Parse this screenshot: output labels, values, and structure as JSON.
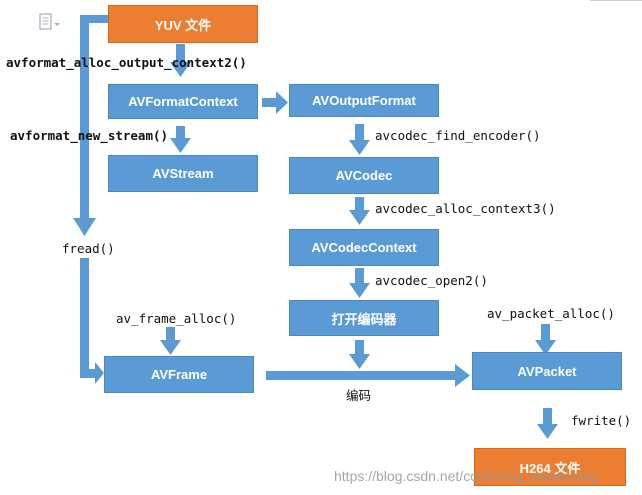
{
  "boxes": {
    "yuv": "YUV 文件",
    "format_context": "AVFormatContext",
    "output_format": "AVOutputFormat",
    "stream": "AVStream",
    "codec": "AVCodec",
    "codec_context": "AVCodecContext",
    "open_encoder": "打开编码器",
    "frame": "AVFrame",
    "packet": "AVPacket",
    "h264": "H264 文件"
  },
  "labels": {
    "alloc_output_context": "avformat_alloc_output_context2()",
    "new_stream": "avformat_new_stream()",
    "find_encoder": "avcodec_find_encoder()",
    "alloc_context3": "avcodec_alloc_context3()",
    "open2": "avcodec_open2()",
    "fread": "fread()",
    "frame_alloc": "av_frame_alloc()",
    "packet_alloc": "av_packet_alloc()",
    "encode": "编码",
    "fwrite": "fwrite()"
  },
  "watermark": "https://blog.csdn.net/confusing_awakening",
  "colors": {
    "blue": "#5b9bd5",
    "orange": "#ed7d31",
    "arrow": "#5b9bd5"
  },
  "icons": [
    "document-icon"
  ]
}
